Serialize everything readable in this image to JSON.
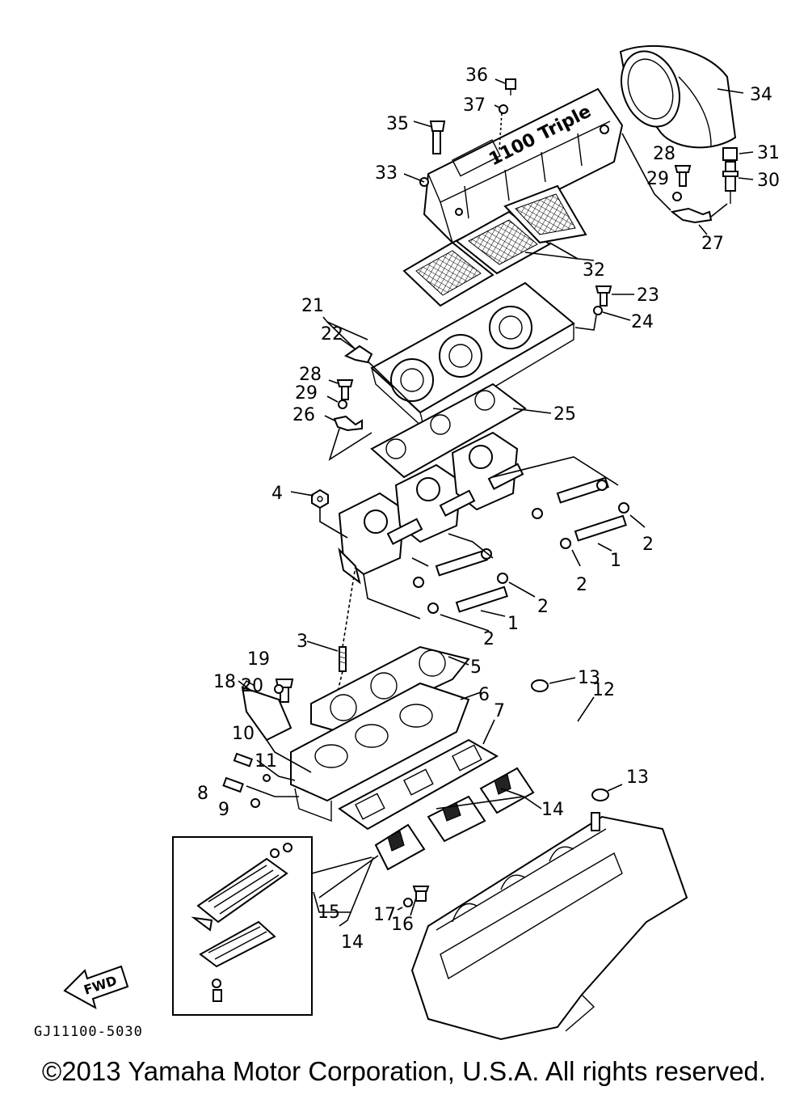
{
  "diagram": {
    "ref_code": "GJ11100-5030",
    "copyright": "©2013 Yamaha Motor Corporation, U.S.A. All rights reserved.",
    "cover_text": "1100 Triple",
    "fwd_label": "FWD",
    "labels": {
      "p1a": "1",
      "p1b": "1",
      "p2a": "2",
      "p2b": "2",
      "p2c": "2",
      "p2d": "2",
      "p3": "3",
      "p4": "4",
      "p5": "5",
      "p6": "6",
      "p7": "7",
      "p8": "8",
      "p9": "9",
      "p10": "10",
      "p11": "11",
      "p12": "12",
      "p13a": "13",
      "p13b": "13",
      "p14a": "14",
      "p14b": "14",
      "p15": "15",
      "p16": "16",
      "p17": "17",
      "p18": "18",
      "p19": "19",
      "p20": "20",
      "p21": "21",
      "p22": "22",
      "p23": "23",
      "p24": "24",
      "p25": "25",
      "p26": "26",
      "p27": "27",
      "p28a": "28",
      "p28b": "28",
      "p29a": "29",
      "p29b": "29",
      "p30": "30",
      "p31": "31",
      "p32": "32",
      "p33": "33",
      "p34": "34",
      "p35": "35",
      "p36": "36",
      "p37": "37"
    }
  }
}
